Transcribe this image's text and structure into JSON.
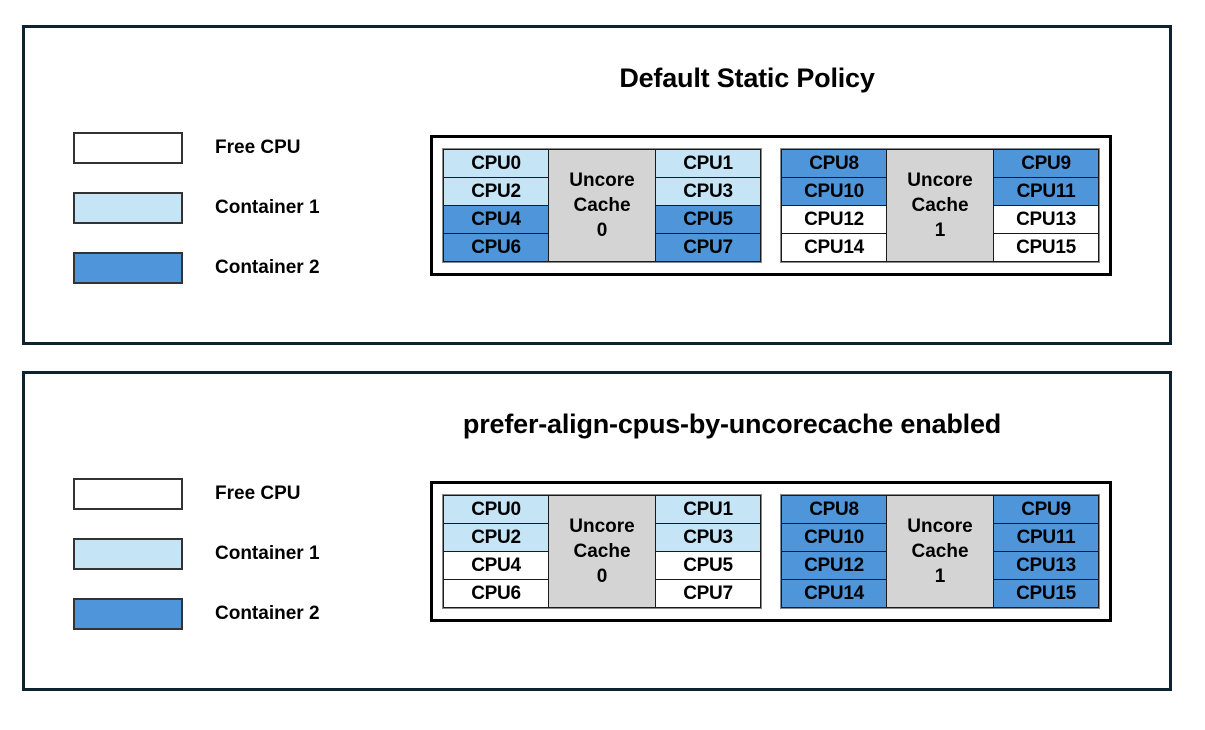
{
  "colors": {
    "free_cpu": "#ffffff",
    "container1": "#c5e5f7",
    "container2": "#4e95da",
    "uncore_cache": "#d4d4d4",
    "panel_border": "#0d2330",
    "cell_border": "#1a1a1a",
    "text": "#000000"
  },
  "legend": {
    "items": [
      {
        "label": "Free CPU",
        "fill": "free"
      },
      {
        "label": "Container 1",
        "fill": "container1"
      },
      {
        "label": "Container 2",
        "fill": "container2"
      }
    ]
  },
  "panels": [
    {
      "id": "default-static-policy",
      "title": "Default Static Policy",
      "cache_groups": [
        {
          "cache_label_line1": "Uncore",
          "cache_label_line2": "Cache",
          "cache_label_line3": "0",
          "left_column": [
            {
              "label": "CPU0",
              "fill": "container1"
            },
            {
              "label": "CPU2",
              "fill": "container1"
            },
            {
              "label": "CPU4",
              "fill": "container2"
            },
            {
              "label": "CPU6",
              "fill": "container2"
            }
          ],
          "right_column": [
            {
              "label": "CPU1",
              "fill": "container1"
            },
            {
              "label": "CPU3",
              "fill": "container1"
            },
            {
              "label": "CPU5",
              "fill": "container2"
            },
            {
              "label": "CPU7",
              "fill": "container2"
            }
          ]
        },
        {
          "cache_label_line1": "Uncore",
          "cache_label_line2": "Cache",
          "cache_label_line3": "1",
          "left_column": [
            {
              "label": "CPU8",
              "fill": "container2"
            },
            {
              "label": "CPU10",
              "fill": "container2"
            },
            {
              "label": "CPU12",
              "fill": "free"
            },
            {
              "label": "CPU14",
              "fill": "free"
            }
          ],
          "right_column": [
            {
              "label": "CPU9",
              "fill": "container2"
            },
            {
              "label": "CPU11",
              "fill": "container2"
            },
            {
              "label": "CPU13",
              "fill": "free"
            },
            {
              "label": "CPU15",
              "fill": "free"
            }
          ]
        }
      ]
    },
    {
      "id": "prefer-align-cpus-by-uncorecache-enabled",
      "title": "prefer-align-cpus-by-uncorecache enabled",
      "cache_groups": [
        {
          "cache_label_line1": "Uncore",
          "cache_label_line2": "Cache",
          "cache_label_line3": "0",
          "left_column": [
            {
              "label": "CPU0",
              "fill": "container1"
            },
            {
              "label": "CPU2",
              "fill": "container1"
            },
            {
              "label": "CPU4",
              "fill": "free"
            },
            {
              "label": "CPU6",
              "fill": "free"
            }
          ],
          "right_column": [
            {
              "label": "CPU1",
              "fill": "container1"
            },
            {
              "label": "CPU3",
              "fill": "container1"
            },
            {
              "label": "CPU5",
              "fill": "free"
            },
            {
              "label": "CPU7",
              "fill": "free"
            }
          ]
        },
        {
          "cache_label_line1": "Uncore",
          "cache_label_line2": "Cache",
          "cache_label_line3": "1",
          "left_column": [
            {
              "label": "CPU8",
              "fill": "container2"
            },
            {
              "label": "CPU10",
              "fill": "container2"
            },
            {
              "label": "CPU12",
              "fill": "container2"
            },
            {
              "label": "CPU14",
              "fill": "container2"
            }
          ],
          "right_column": [
            {
              "label": "CPU9",
              "fill": "container2"
            },
            {
              "label": "CPU11",
              "fill": "container2"
            },
            {
              "label": "CPU13",
              "fill": "container2"
            },
            {
              "label": "CPU15",
              "fill": "container2"
            }
          ]
        }
      ]
    }
  ]
}
